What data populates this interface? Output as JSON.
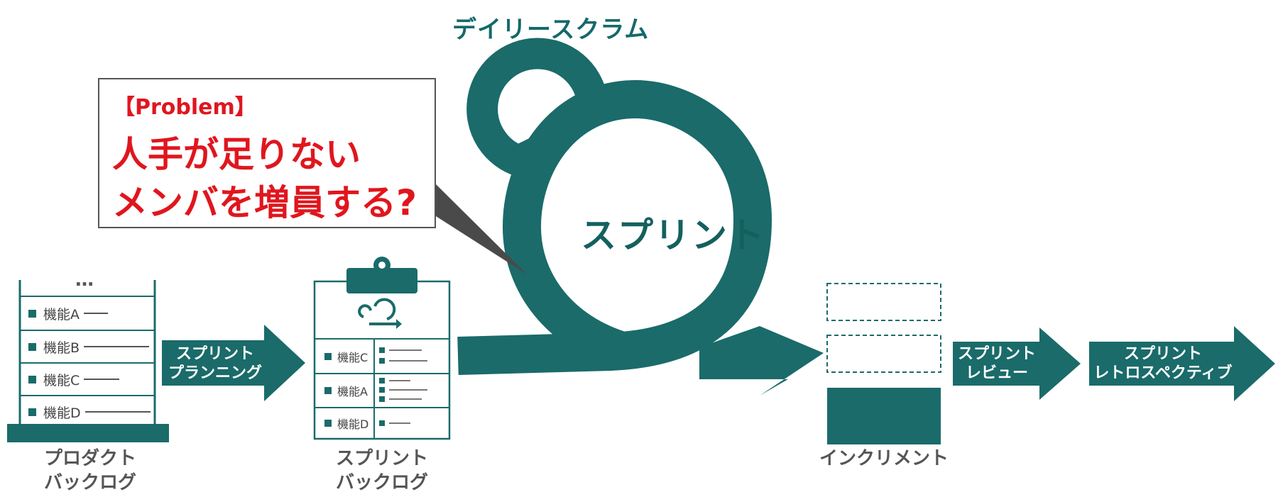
{
  "daily_scrum": "デイリースクラム",
  "sprint": "スプリント",
  "callout": {
    "tag": "【Problem】",
    "line1": "人手が足りない",
    "line2": "メンバを増員する?"
  },
  "product_backlog": {
    "ellipsis": "…",
    "items": [
      "機能A",
      "機能B",
      "機能C",
      "機能D"
    ],
    "label_line1": "プロダクト",
    "label_line2": "バックログ"
  },
  "sprint_planning": {
    "line1": "スプリント",
    "line2": "プランニング"
  },
  "sprint_backlog": {
    "items": [
      "機能C",
      "機能A",
      "機能D"
    ],
    "label_line1": "スプリント",
    "label_line2": "バックログ"
  },
  "increment": {
    "label": "インクリメント"
  },
  "sprint_review": {
    "line1": "スプリント",
    "line2": "レビュー"
  },
  "sprint_retrospective": {
    "line1": "スプリント",
    "line2": "レトロスペクティブ"
  },
  "colors": {
    "teal": "#1a6b6a",
    "red": "#e0161e",
    "text_gray": "#555555"
  }
}
